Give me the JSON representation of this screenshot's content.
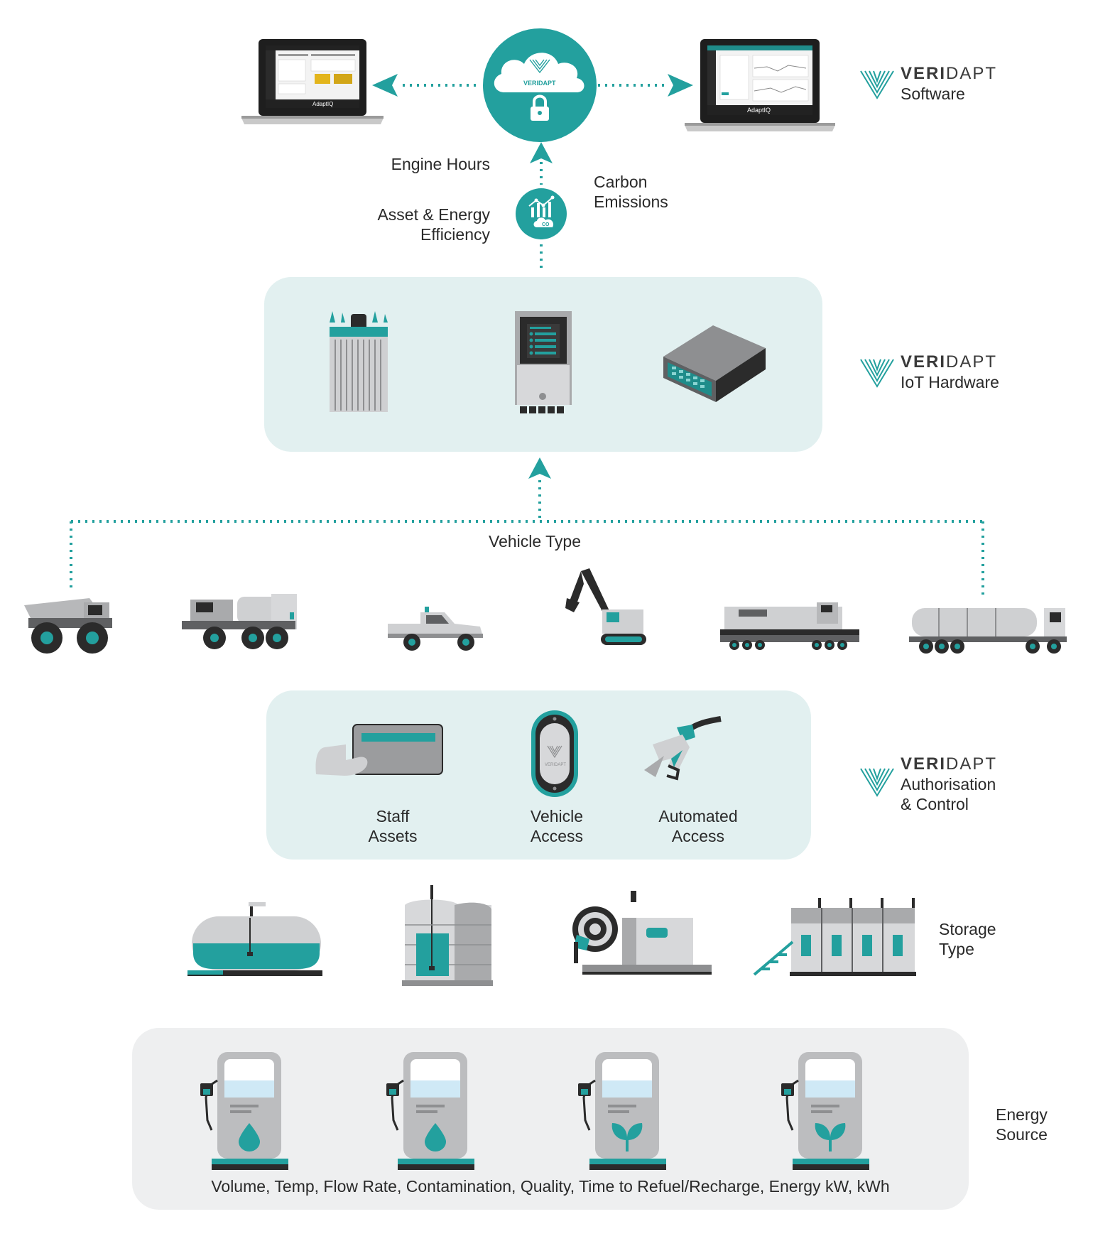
{
  "software": {
    "laptop_left_caption": "AdaptIQ",
    "laptop_right_caption": "AdaptIQ",
    "cloud_label": "VERIDAPT"
  },
  "metrics": {
    "engine_hours": "Engine Hours",
    "asset_energy_1": "Asset & Energy",
    "asset_energy_2": "Efficiency",
    "carbon_1": "Carbon",
    "carbon_2": "Emissions",
    "co2_icon_text": "CO"
  },
  "brands": {
    "software": {
      "word_bold": "VERI",
      "word_light": "DAPT",
      "sub1": "Software"
    },
    "hardware": {
      "word_bold": "VERI",
      "word_light": "DAPT",
      "sub1": "IoT Hardware"
    },
    "auth": {
      "word_bold": "VERI",
      "word_light": "DAPT",
      "sub1": "Authorisation",
      "sub2": "& Control"
    }
  },
  "vehicle_type_label": "Vehicle Type",
  "access": {
    "staff_1": "Staff",
    "staff_2": "Assets",
    "vehicle_1": "Vehicle",
    "vehicle_2": "Access",
    "auto_1": "Automated",
    "auto_2": "Access",
    "tag_text": "VERIDAPT"
  },
  "storage": {
    "label_1": "Storage",
    "label_2": "Type"
  },
  "energy": {
    "label_1": "Energy",
    "label_2": "Source",
    "metrics_line": "Volume, Temp, Flow Rate, Contamination, Quality, Time to Refuel/Recharge, Energy kW, kWh"
  },
  "colors": {
    "teal": "#23a09e",
    "panel": "#e2f0f0",
    "grey_panel": "#eeeff0",
    "dark": "#2b2b2b",
    "grey": "#bcbdbf"
  }
}
